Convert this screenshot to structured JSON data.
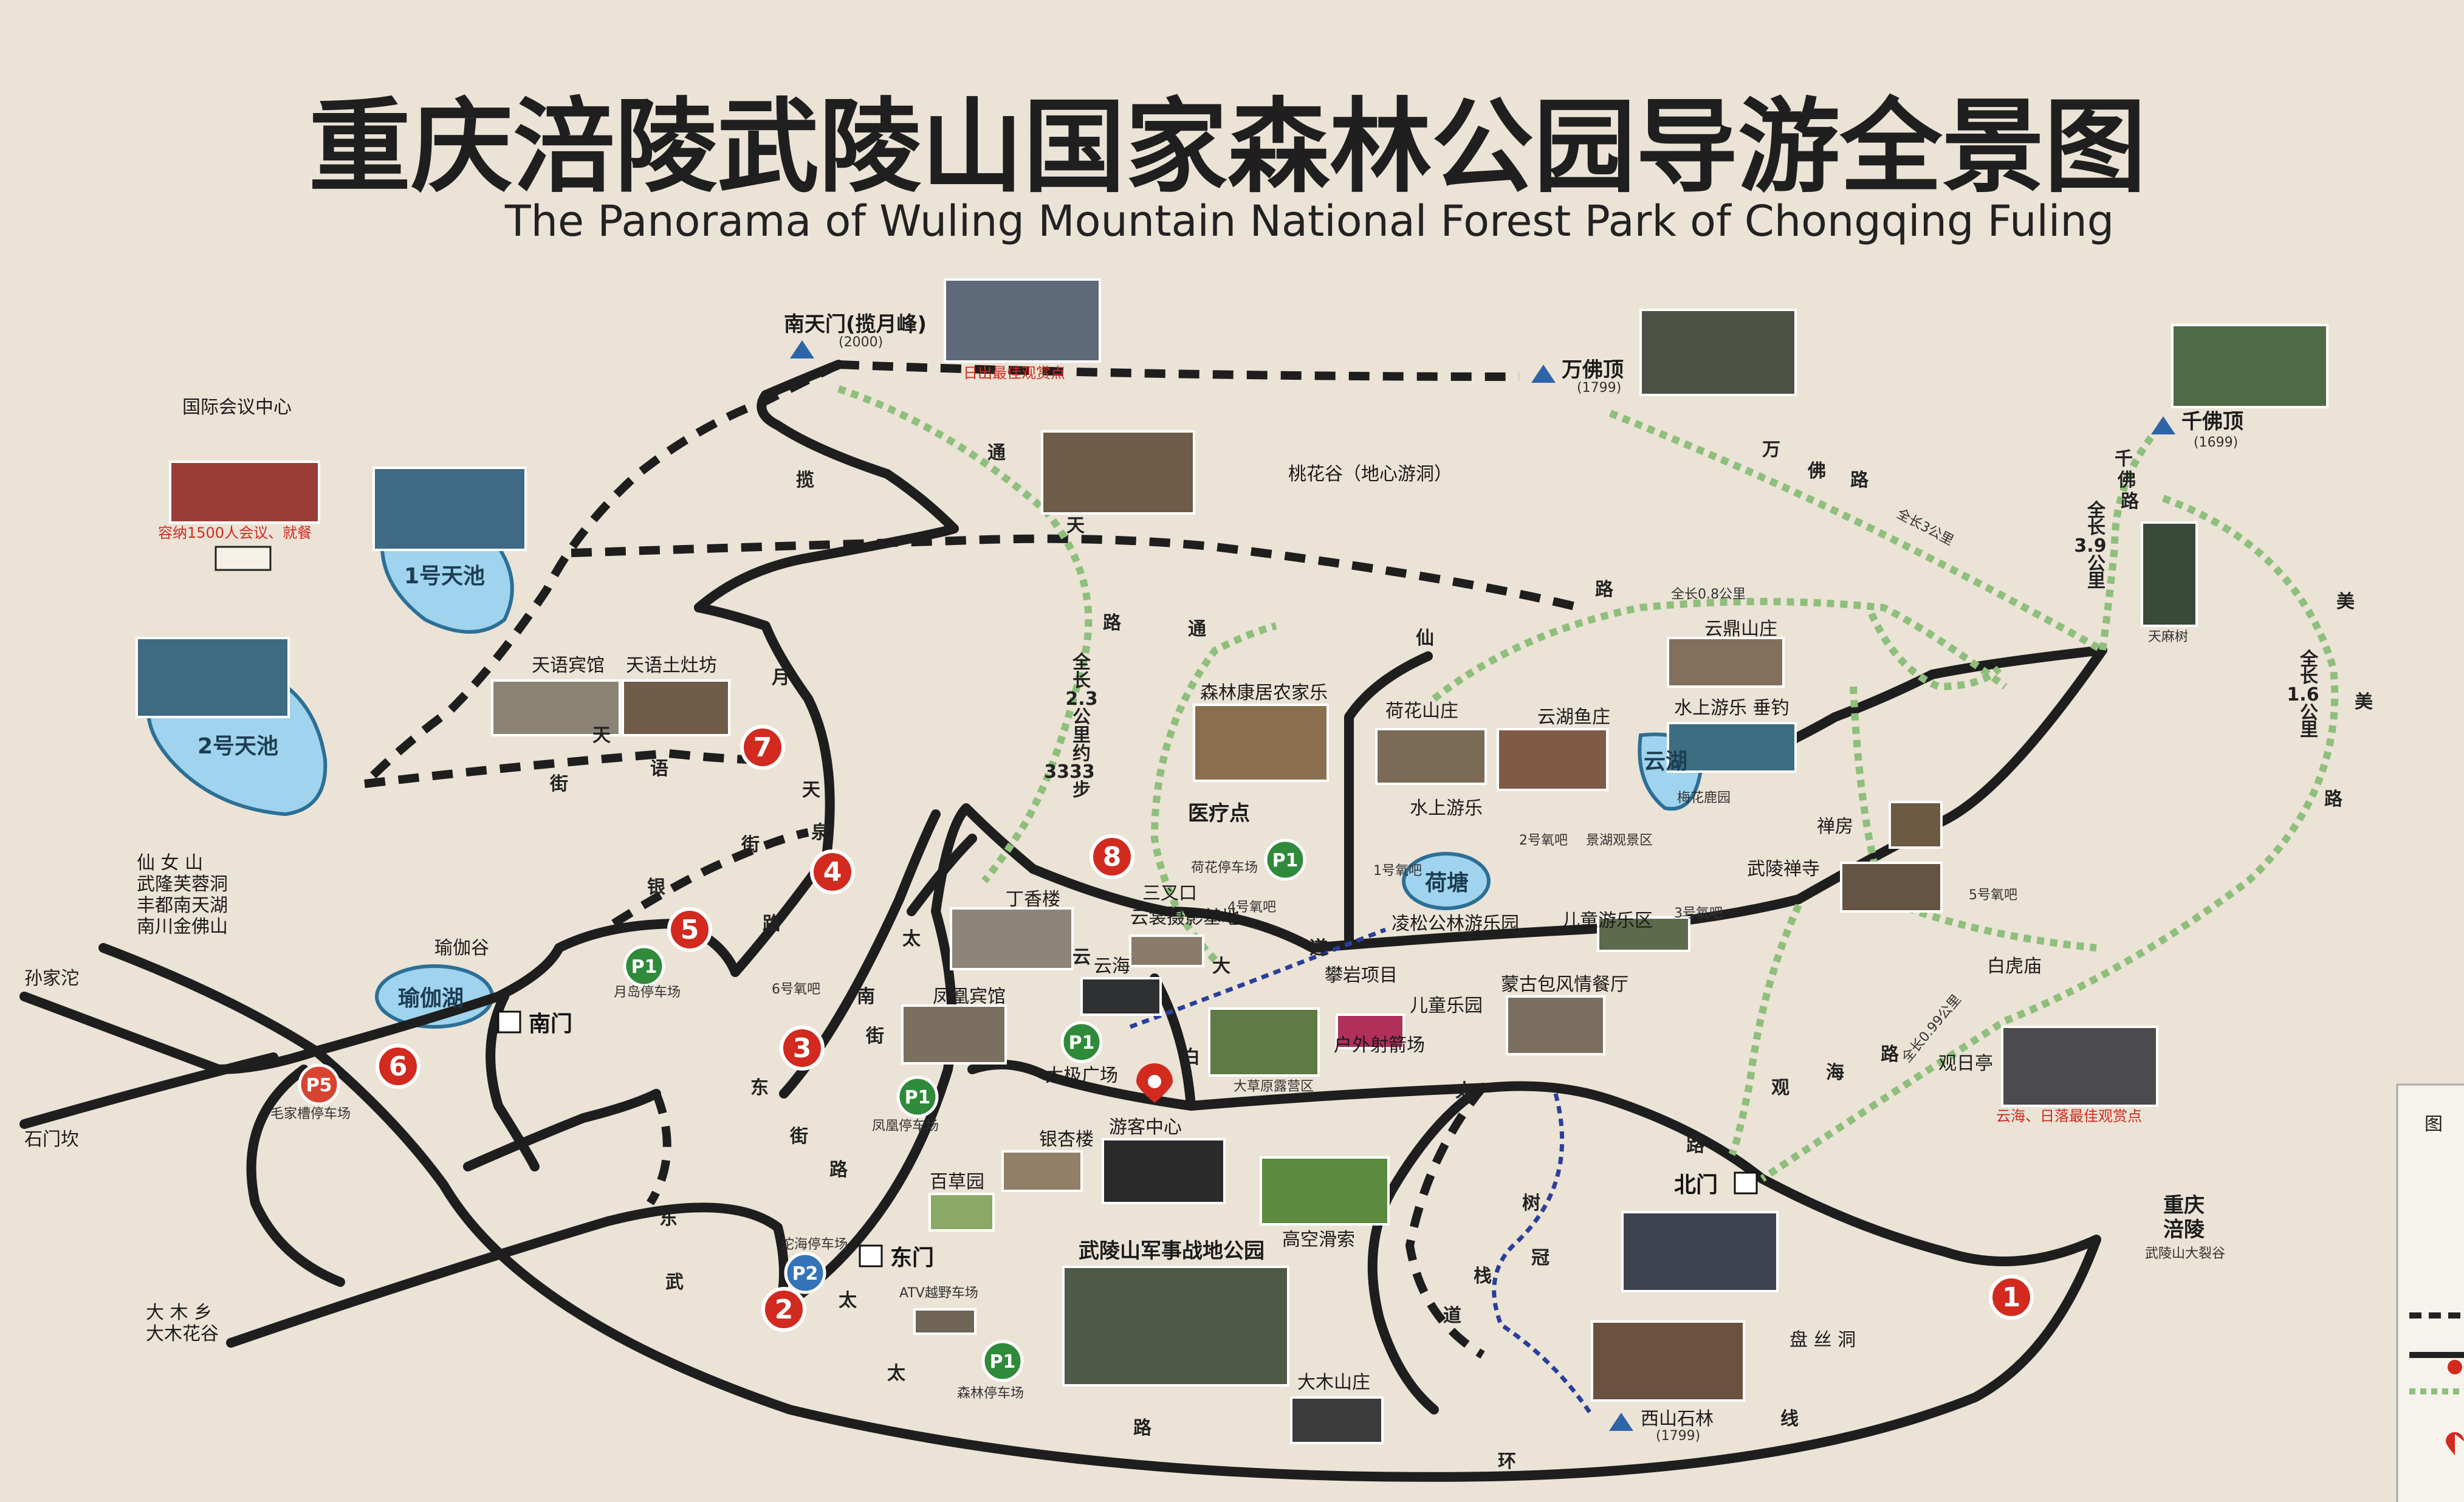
{
  "title": "重庆涪陵武陵山国家森林公园导游全景图",
  "subtitle": "The Panorama of Wuling Mountain National Forest Park of Chongqing Fuling",
  "colors": {
    "background": "#ebe3d6",
    "road": "#1e1e1e",
    "trail": "#8ebf7c",
    "marker": "#d22a1f",
    "lake": "#9fd3ee",
    "parking": "#2f8a3a"
  },
  "peaks": {
    "nantianmen": {
      "name": "南天门(揽月峰)",
      "elev": "(2000)",
      "note": "日出最佳观赏点"
    },
    "wanfoding": {
      "name": "万佛顶",
      "elev": "(1799)"
    },
    "qianfoding": {
      "name": "千佛顶",
      "elev": "(1699)"
    },
    "xishan": {
      "name": "西山石林",
      "elev": "(1799)"
    }
  },
  "conference": {
    "name": "国际会议中心",
    "note": "容纳1500人会议、就餐"
  },
  "lakes": {
    "tianchi1": "1号天池",
    "tianchi2": "2号天池",
    "yujia": "瑜伽湖",
    "yunhu": "云湖",
    "hetang": "荷塘"
  },
  "places": {
    "taohuagu": "桃花谷（地心游洞）",
    "tianyu_hotel": "天语宾馆",
    "tianyu_kitchen": "天语土灶坊",
    "yujiagu": "瑜伽谷",
    "xiannv": "仙 女 山",
    "wulong": "武隆芙蓉洞",
    "fengdu": "丰都南天湖",
    "nanchuan": "南川金佛山",
    "sunjiatuo": "孙家沱",
    "shimenkan": "石门坎",
    "damu": "大 木 乡",
    "damuhuagu": "大木花谷",
    "dingxianglou": "丁香楼",
    "fenghuang_hotel": "凤凰宾馆",
    "yinxinglou": "银杏楼",
    "baicaoyuan": "百草园",
    "sanchakou": "三叉口",
    "yunshang": "云裳摄影基地",
    "yinhai": "云海",
    "panyan": "攀岩项目",
    "ertong_leyuan": "儿童乐园",
    "shewai": "户外射箭场",
    "lingsong": "凌松公林游乐园",
    "mengu": "蒙古包风情餐厅",
    "ertong_youle": "儿童游乐区",
    "senlin_resort": "森林康居农家乐",
    "yiliao": "医疗点",
    "hehua_shanzhuang": "荷花山庄",
    "yunhu_yuzhuang": "云湖鱼庄",
    "shuishang": "水上游乐",
    "shuishang2": "水上游乐 垂钓",
    "yunding": "云鼎山庄",
    "chanfang": "禅房",
    "wuling_temple": "武陵禅寺",
    "baihu_temple": "白虎庙",
    "guanri": "观日亭",
    "guanri_note": "云海、日落最佳观赏点",
    "visitor_center": "游客中心",
    "taiji": "太极广场",
    "military_park": "武陵山军事战地公园",
    "gaokong": "高空滑索",
    "atv": "ATV越野车场",
    "damu_shanzhuang": "大木山庄",
    "panshidong": "盘 丝 洞",
    "chongqing": "重庆",
    "fuling": "涪陵",
    "grand_canyon": "武陵山大裂谷",
    "yanghuachang": "3号氧吧",
    "oxygen4": "4号氧吧",
    "oxygen5": "5号氧吧",
    "oxygen6": "6号氧吧",
    "oxygen2": "2号氧吧",
    "oxygen1": "1号氧吧",
    "meihua": "梅花鹿园",
    "jinghu": "景湖观景区",
    "tianmu": "天麻树",
    "dacaoyuan": "大草原露营区"
  },
  "gates": {
    "south": "南门",
    "east": "东门",
    "north": "北门"
  },
  "parking": {
    "p1_yuedao": "月岛停车场",
    "p1_hehua": "荷花停车场",
    "p1_fenghuang": "凤凰停车场",
    "p1_senlin": "森林停车场",
    "p2_tuohai": "沱海停车场",
    "p5_maojia": "毛家槽停车场",
    "p1_taiji": "太极广场"
  },
  "numbers": [
    "1",
    "2",
    "3",
    "4",
    "5",
    "6",
    "7",
    "8"
  ],
  "roads": {
    "lanyue": [
      "揽",
      "月",
      "天",
      "泉",
      "街"
    ],
    "tiantian": [
      "通",
      "天",
      "路"
    ],
    "tiantian_len": [
      "全",
      "长",
      "2.3",
      "公",
      "里",
      "约",
      "3333",
      "步"
    ],
    "tongxian": [
      "通",
      "仙",
      "路"
    ],
    "tongxian_len": "全长0.8公里",
    "wanfo": [
      "万",
      "佛",
      "路"
    ],
    "wanfo_len": "全长3公里",
    "qianfo": [
      "千",
      "佛",
      "路"
    ],
    "qianfo_len": [
      "全",
      "长",
      "3.9",
      "公",
      "里"
    ],
    "meimei": [
      "美",
      "美",
      "路"
    ],
    "meimei_len": [
      "全",
      "长",
      "1.6",
      "公",
      "里"
    ],
    "guanhai": [
      "观",
      "海",
      "路"
    ],
    "guanhai_len": "全长0.99公里",
    "tianyu": [
      "天",
      "语",
      "街"
    ],
    "yinlu": [
      "银",
      "路"
    ],
    "nanjie": [
      "太",
      "南",
      "街"
    ],
    "dongjie": [
      "东",
      "街",
      "路"
    ],
    "taidong": [
      "东",
      "武",
      "太"
    ],
    "huan": [
      "太",
      "路",
      "环",
      "线"
    ],
    "shuguan": [
      "树",
      "冠",
      "栈",
      "道"
    ],
    "taibai": [
      "太",
      "白"
    ],
    "lushu": [
      "路"
    ],
    "yunbai": [
      "云",
      "大",
      "道"
    ]
  },
  "legend": {
    "title": "图"
  }
}
